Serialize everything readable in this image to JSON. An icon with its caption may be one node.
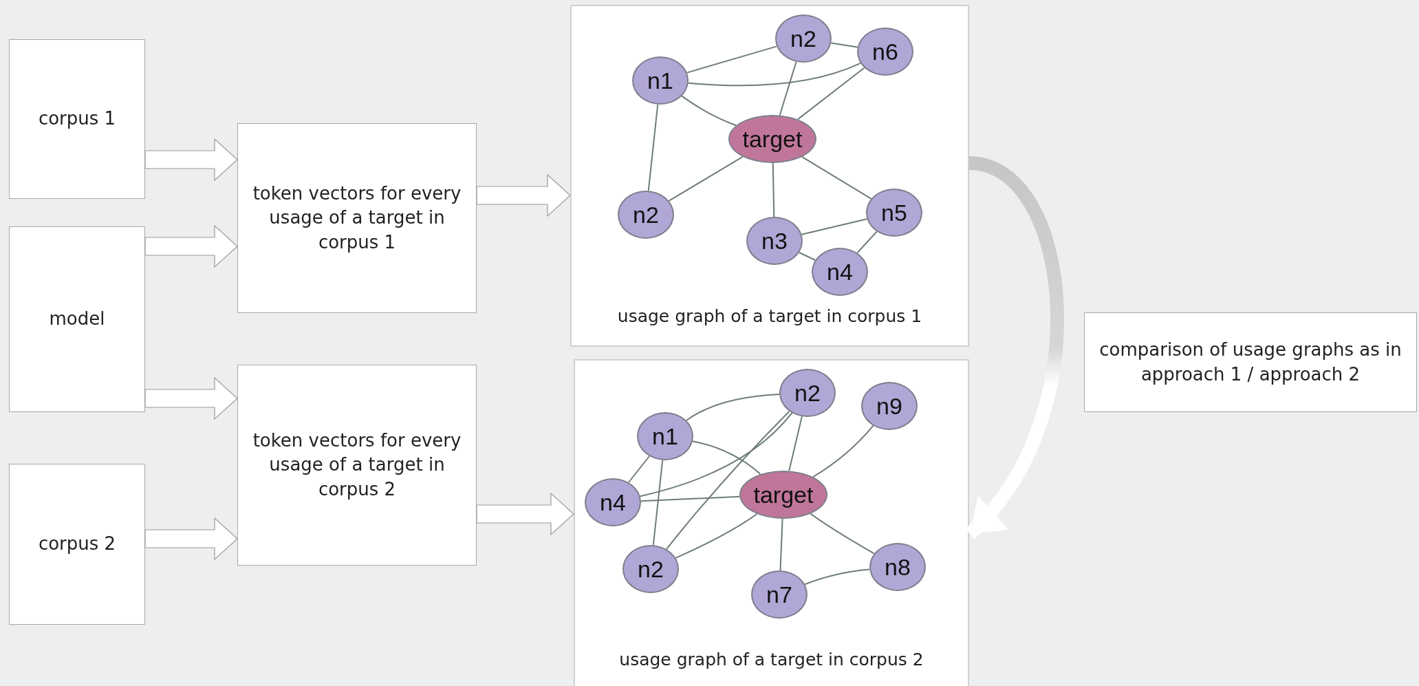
{
  "diagram": {
    "nodes": [
      {
        "text": [
          "corpus 1"
        ]
      },
      {
        "text": [
          "model"
        ]
      },
      {
        "text": [
          "corpus 2"
        ]
      },
      {
        "text": [
          "token vectors for every usage of a target in corpus 1"
        ]
      },
      {
        "text": [
          "token vectors for every usage of a target in corpus 2"
        ]
      },
      {
        "text": [
          "usage graph of a target in corpus 1"
        ]
      },
      {
        "text": [
          "n2"
        ],
        "in": 5
      },
      {
        "text": [
          "n6"
        ],
        "in": 5
      },
      {
        "text": [
          "n1"
        ],
        "in": 5
      },
      {
        "text": [
          "target"
        ],
        "in": 5
      },
      {
        "text": [
          "n2"
        ],
        "in": 5
      },
      {
        "text": [
          "n3"
        ],
        "in": 5
      },
      {
        "text": [
          "n5"
        ],
        "in": 5
      },
      {
        "text": [
          "n4"
        ],
        "in": 5
      },
      {
        "text": [
          "usage graph of a target in corpus 2"
        ]
      },
      {
        "text": [
          "n2"
        ],
        "in": 14
      },
      {
        "text": [
          "n9"
        ],
        "in": 14
      },
      {
        "text": [
          "n1"
        ],
        "in": 14
      },
      {
        "text": [
          "n4"
        ],
        "in": 14
      },
      {
        "text": [
          "target"
        ],
        "in": 14
      },
      {
        "text": [
          "n2"
        ],
        "in": 14
      },
      {
        "text": [
          "n8"
        ],
        "in": 14
      },
      {
        "text": [
          "n7"
        ],
        "in": 14
      },
      {
        "text": [
          "comparison of usage graphs as in approach 1 / approach 2"
        ]
      }
    ],
    "edges": [
      {
        "from": 0,
        "to": 3,
        "arrow": "to"
      },
      {
        "from": 1,
        "to": 3,
        "arrow": "to"
      },
      {
        "from": 1,
        "to": 4,
        "arrow": "to"
      },
      {
        "from": 2,
        "to": 4,
        "arrow": "to"
      },
      {
        "from": 3,
        "to": 5,
        "arrow": "to"
      },
      {
        "from": 4,
        "to": 14,
        "arrow": "to"
      },
      {
        "from": 5,
        "to": 14,
        "arrow": "to"
      },
      {
        "from": 8,
        "to": 6,
        "arrow": "none"
      },
      {
        "from": 6,
        "to": 7,
        "arrow": "none"
      },
      {
        "from": 8,
        "to": 7,
        "arrow": "none"
      },
      {
        "from": 8,
        "to": 9,
        "arrow": "none"
      },
      {
        "from": 6,
        "to": 9,
        "arrow": "none"
      },
      {
        "from": 7,
        "to": 9,
        "arrow": "none"
      },
      {
        "from": 8,
        "to": 10,
        "arrow": "none"
      },
      {
        "from": 9,
        "to": 10,
        "arrow": "none"
      },
      {
        "from": 9,
        "to": 11,
        "arrow": "none"
      },
      {
        "from": 9,
        "to": 12,
        "arrow": "none"
      },
      {
        "from": 11,
        "to": 12,
        "arrow": "none"
      },
      {
        "from": 11,
        "to": 13,
        "arrow": "none"
      },
      {
        "from": 13,
        "to": 12,
        "arrow": "none"
      },
      {
        "from": 17,
        "to": 15,
        "arrow": "none"
      },
      {
        "from": 18,
        "to": 15,
        "arrow": "none"
      },
      {
        "from": 20,
        "to": 15,
        "arrow": "none"
      },
      {
        "from": 19,
        "to": 15,
        "arrow": "none"
      },
      {
        "from": 16,
        "to": 19,
        "arrow": "none"
      },
      {
        "from": 17,
        "to": 19,
        "arrow": "none"
      },
      {
        "from": 17,
        "to": 18,
        "arrow": "none"
      },
      {
        "from": 17,
        "to": 20,
        "arrow": "none"
      },
      {
        "from": 18,
        "to": 19,
        "arrow": "none"
      },
      {
        "from": 20,
        "to": 19,
        "arrow": "none"
      },
      {
        "from": 19,
        "to": 21,
        "arrow": "none"
      },
      {
        "from": 19,
        "to": 22,
        "arrow": "none"
      },
      {
        "from": 22,
        "to": 21,
        "arrow": "none"
      }
    ]
  }
}
